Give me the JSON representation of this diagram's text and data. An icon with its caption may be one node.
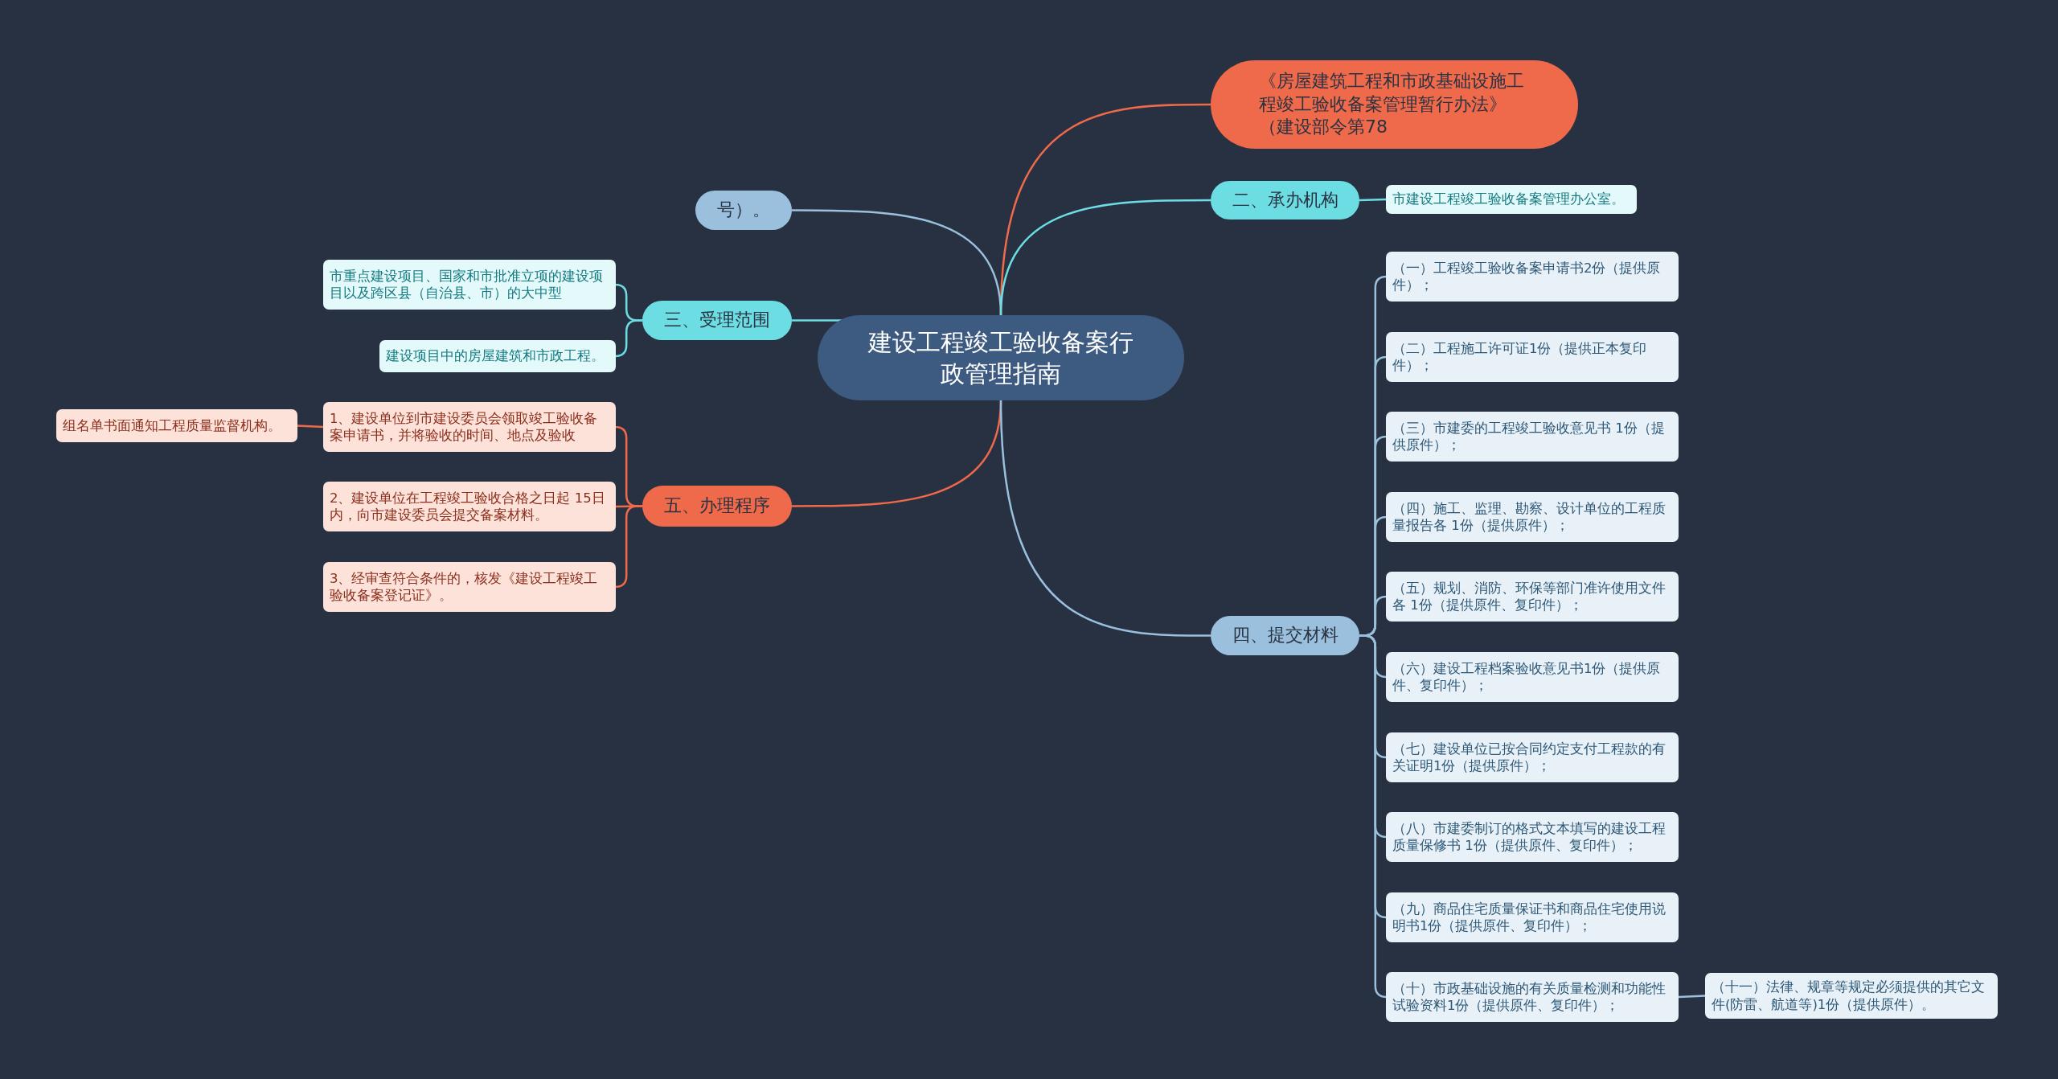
{
  "diagram": {
    "nodes": [
      {
        "text": [
          "建设工程竣工验收备案行政管理指南"
        ]
      },
      {
        "text": [
          "《房屋建筑工程和市政基础设施工程竣工验收备案管理暂行办法》（建设部令第78"
        ]
      },
      {
        "text": [
          "号）。"
        ]
      },
      {
        "text": [
          "二、承办机构"
        ]
      },
      {
        "text": [
          "市建设工程竣工验收备案管理办公室。"
        ]
      },
      {
        "text": [
          "三、受理范围"
        ]
      },
      {
        "text": [
          "市重点建设项目、国家和市批准立项的建设项目以及跨区县（自治县、市）的大中型"
        ]
      },
      {
        "text": [
          "建设项目中的房屋建筑和市政工程。"
        ]
      },
      {
        "text": [
          "五、办理程序"
        ]
      },
      {
        "text": [
          "1、建设单位到市建设委员会领取竣工验收备案申请书，并将验收的时间、地点及验收"
        ]
      },
      {
        "text": [
          "组名单书面通知工程质量监督机构。"
        ]
      },
      {
        "text": [
          "2、建设单位在工程竣工验收合格之日起 15日内，向市建设委员会提交备案材料。"
        ]
      },
      {
        "text": [
          "3、经审查符合条件的，核发《建设工程竣工验收备案登记证》。"
        ]
      },
      {
        "text": [
          "四、提交材料"
        ]
      },
      {
        "text": [
          "（一）工程竣工验收备案申请书2份（提供原件）；"
        ]
      },
      {
        "text": [
          "（二）工程施工许可证1份（提供正本复印件）；"
        ]
      },
      {
        "text": [
          "（三）市建委的工程竣工验收意见书 1份（提供原件）；"
        ]
      },
      {
        "text": [
          "（四）施工、监理、勘察、设计单位的工程质量报告各 1份（提供原件）；"
        ]
      },
      {
        "text": [
          "（五）规划、消防、环保等部门准许使用文件各 1份（提供原件、复印件）；"
        ]
      },
      {
        "text": [
          "（六）建设工程档案验收意见书1份（提供原件、复印件）；"
        ]
      },
      {
        "text": [
          "（七）建设单位已按合同约定支付工程款的有关证明1份（提供原件）；"
        ]
      },
      {
        "text": [
          "（八）市建委制订的格式文本填写的建设工程质量保修书 1份（提供原件、复印件）；"
        ]
      },
      {
        "text": [
          "（九）商品住宅质量保证书和商品住宅使用说明书1份（提供原件、复印件）；"
        ]
      },
      {
        "text": [
          "（十）市政基础设施的有关质量检测和功能性试验资料1份（提供原件、复印件）；"
        ]
      },
      {
        "text": [
          "（十一）法律、规章等规定必须提供的其它文件(防雷、航道等)1份（提供原件）。"
        ]
      }
    ],
    "edges": [
      {
        "from": 0,
        "to": 1,
        "arrow": "none",
        "color": "#ef6a4a"
      },
      {
        "from": 0,
        "to": 2,
        "arrow": "none"
      },
      {
        "from": 0,
        "to": 3,
        "arrow": "none",
        "color": "#6cdde3"
      },
      {
        "from": 3,
        "to": 4,
        "arrow": "none",
        "color": "#6cdde3"
      },
      {
        "from": 0,
        "to": 5,
        "arrow": "none",
        "color": "#6cdde3"
      },
      {
        "from": 5,
        "to": 6,
        "arrow": "none",
        "color": "#6cdde3"
      },
      {
        "from": 5,
        "to": 7,
        "arrow": "none",
        "color": "#6cdde3"
      },
      {
        "from": 0,
        "to": 8,
        "arrow": "none",
        "color": "#ef6a4a"
      },
      {
        "from": 8,
        "to": 9,
        "arrow": "none",
        "color": "#ef6a4a"
      },
      {
        "from": 9,
        "to": 10,
        "arrow": "none",
        "color": "#ef6a4a"
      },
      {
        "from": 8,
        "to": 11,
        "arrow": "none",
        "color": "#ef6a4a"
      },
      {
        "from": 8,
        "to": 12,
        "arrow": "none",
        "color": "#ef6a4a"
      },
      {
        "from": 0,
        "to": 13,
        "arrow": "none"
      },
      {
        "from": 13,
        "to": 14,
        "arrow": "none"
      },
      {
        "from": 13,
        "to": 15,
        "arrow": "none"
      },
      {
        "from": 13,
        "to": 16,
        "arrow": "none"
      },
      {
        "from": 13,
        "to": 17,
        "arrow": "none"
      },
      {
        "from": 13,
        "to": 18,
        "arrow": "none"
      },
      {
        "from": 13,
        "to": 19,
        "arrow": "none"
      },
      {
        "from": 13,
        "to": 20,
        "arrow": "none"
      },
      {
        "from": 13,
        "to": 21,
        "arrow": "none"
      },
      {
        "from": 13,
        "to": 22,
        "arrow": "none"
      },
      {
        "from": 13,
        "to": 23,
        "arrow": "none"
      },
      {
        "from": 23,
        "to": 24,
        "arrow": "none"
      }
    ]
  }
}
